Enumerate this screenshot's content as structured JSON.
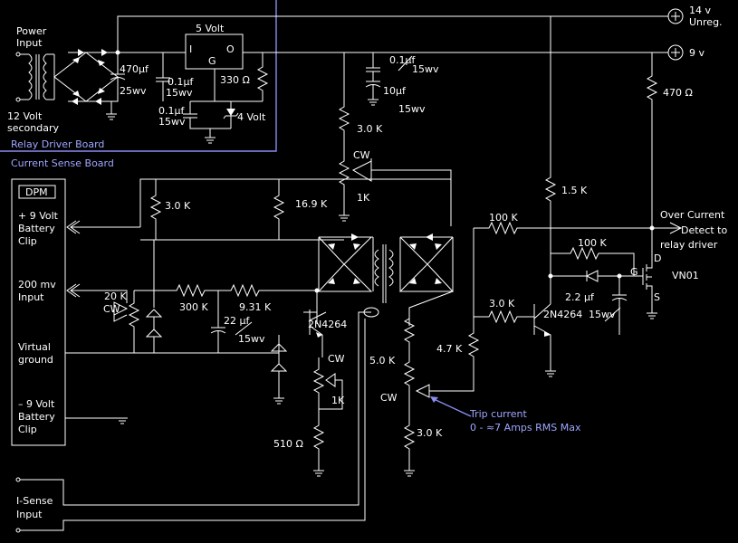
{
  "boards": {
    "relay_driver": "Relay Driver Board",
    "current_sense": "Current Sense Board"
  },
  "power": {
    "input_line1": "Power",
    "input_line2": "Input",
    "secondary_line1": "12 Volt",
    "secondary_line2": "secondary",
    "cap_main": "470µf",
    "cap_main_rating": "25wv",
    "cap_a": "0.1µf",
    "cap_a_rating": "15wv",
    "cap_b": "0.1µf",
    "cap_b_rating": "15wv",
    "regulator": "5 Volt",
    "reg_in": "I",
    "reg_gnd": "G",
    "reg_out": "O",
    "res_330": "330 Ω",
    "zener_4v": "4 Volt"
  },
  "rails": {
    "rail_14_line1": "14 v",
    "rail_14_line2": "Unreg.",
    "rail_9": "9 v",
    "cap_c": "0.1µf",
    "cap_c_rating": "15wv",
    "cap_d": "10µf",
    "cap_d_rating": "15wv",
    "res_470": "470 Ω"
  },
  "dpm": {
    "label": "DPM",
    "batt_pos_1": "+ 9 Volt",
    "batt_pos_2": "Battery",
    "batt_pos_3": "Clip",
    "input_200_1": "200 mv",
    "input_200_2": "Input",
    "virtual_1": "Virtual",
    "virtual_2": "ground",
    "batt_neg_1": "– 9 Volt",
    "batt_neg_2": "Battery",
    "batt_neg_3": "Clip"
  },
  "sense": {
    "res_3k_a": "3.0 K",
    "res_3k_b": "3.0 K",
    "pot_1k": "1K",
    "cw": "CW",
    "res_169k": "16.9 K",
    "pot_20k": "20 K",
    "res_300k": "300 K",
    "res_931k": "9.31 K",
    "cap_22": "22 µf",
    "cap_22_rating": "15wv",
    "transistor_a": "2N4264",
    "pot_1k_b": "1K",
    "res_510": "510 Ω",
    "res_15k": "1.5 K",
    "res_100k_a": "100 K",
    "res_100k_b": "100 K",
    "res_3k_c": "3.0 K",
    "transistor_b": "2N4264",
    "cap_22b": "2.2 µf",
    "cap_22b_rating": "15wv",
    "res_47k": "4.7 K",
    "pot_5k": "5.0 K",
    "res_3k_d": "3.0 K",
    "mosfet": "VN01",
    "pin_g": "G",
    "pin_d": "D",
    "pin_s": "S",
    "over_current_1": "Over Current",
    "over_current_2": "Detect to",
    "over_current_3": "relay driver",
    "trip_1": "Trip current",
    "trip_2": "0 - ≈7  Amps RMS Max",
    "isense_1": "I-Sense",
    "isense_2": "Input"
  },
  "colors": {
    "background": "#000000",
    "wire": "#ffffff",
    "board_outline": "#8a8cf0",
    "annotation": "#9fa6ff"
  }
}
